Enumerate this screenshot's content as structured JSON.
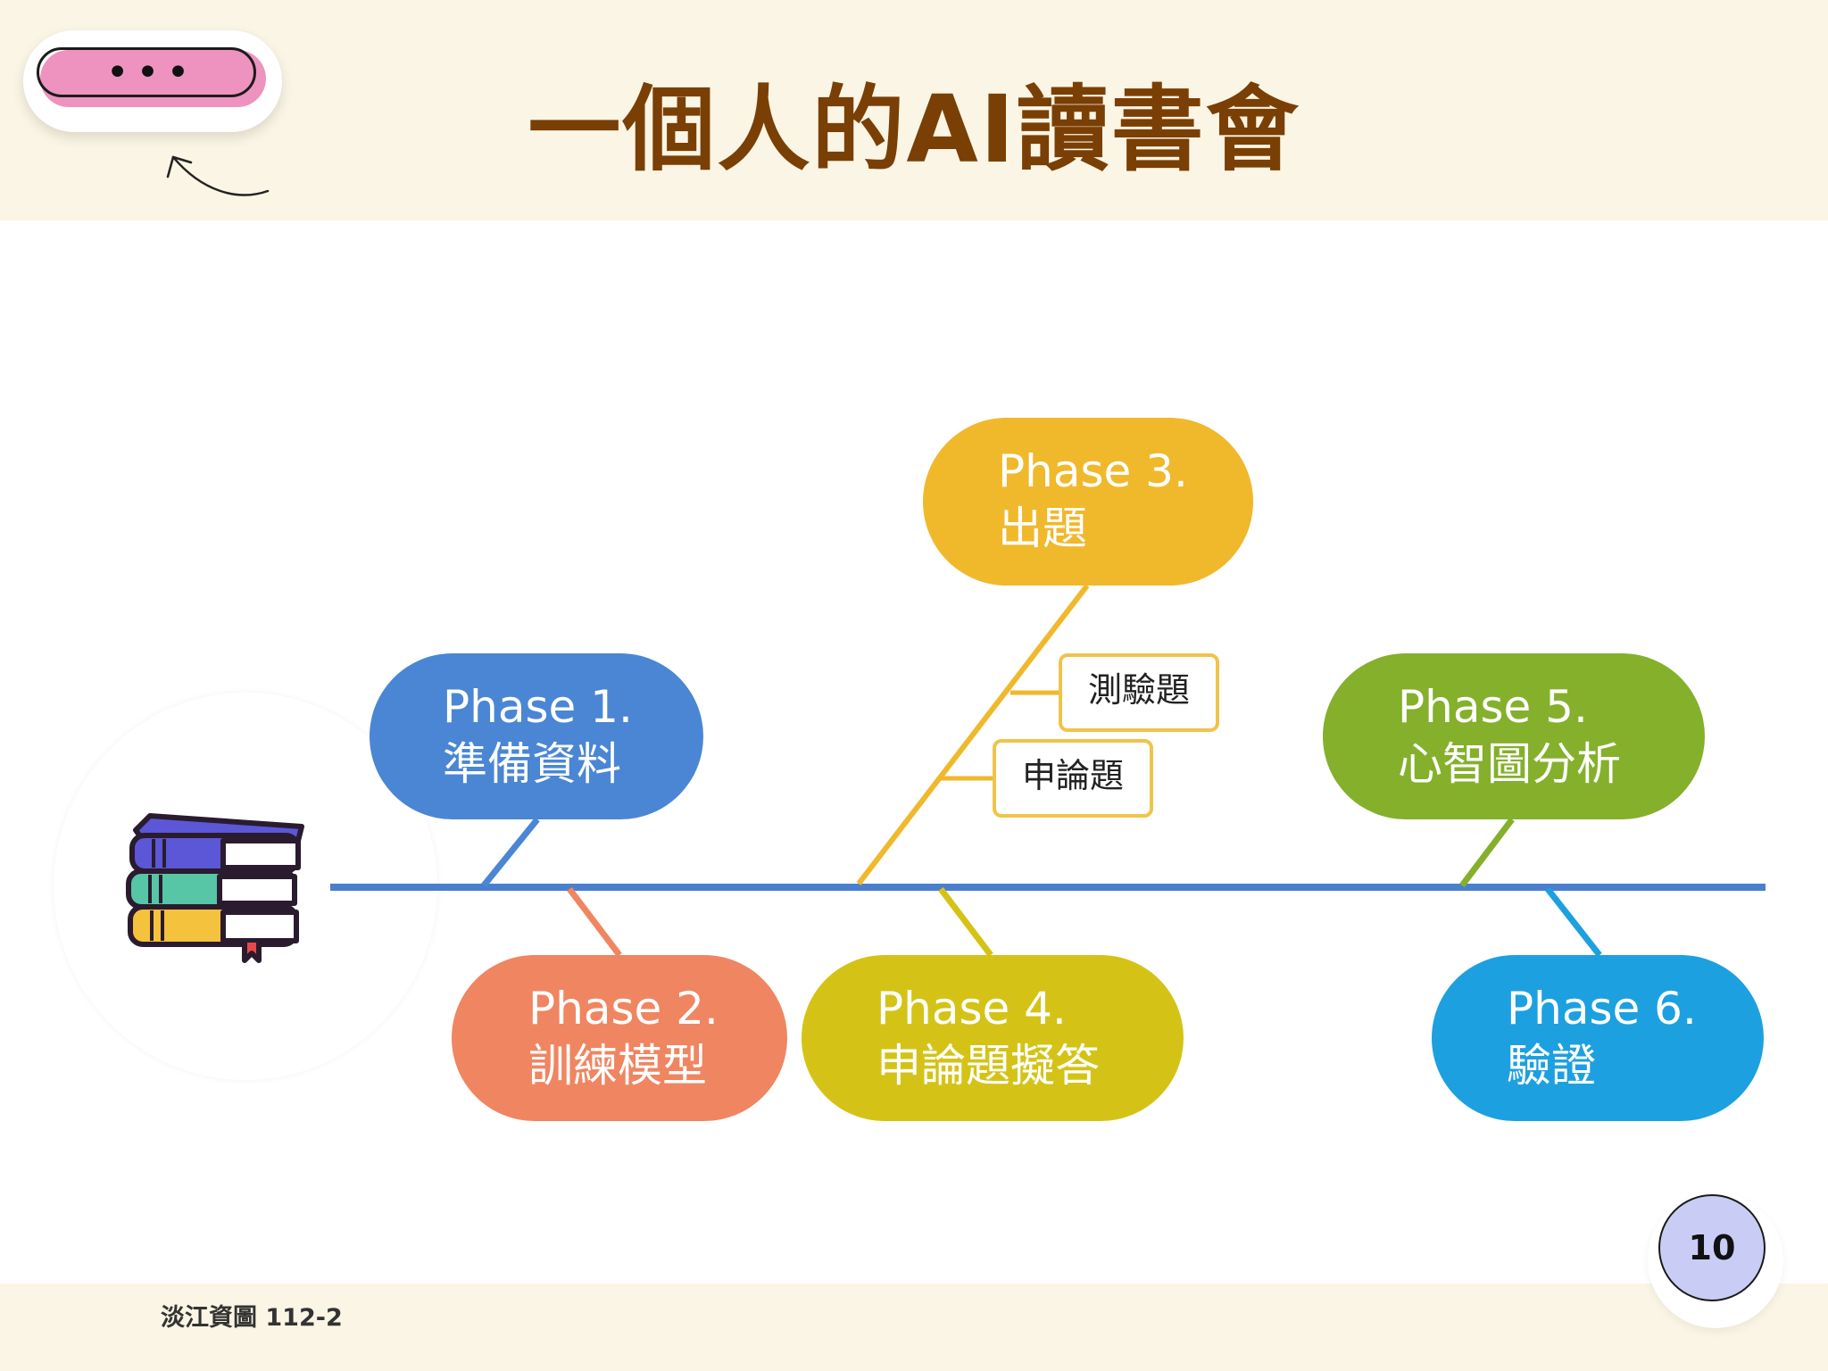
{
  "header": {
    "title": "一個人的AI讀書會",
    "menu_dots": "•••"
  },
  "footer": {
    "text": "淡江資圖 112-2",
    "page_number": "10"
  },
  "diagram": {
    "phases": [
      {
        "id": "phase1",
        "label": "Phase 1.",
        "title": "準備資料",
        "color": "#4a86d4"
      },
      {
        "id": "phase2",
        "label": "Phase 2.",
        "title": "訓練模型",
        "color": "#f08561"
      },
      {
        "id": "phase3",
        "label": "Phase 3.",
        "title": "出題",
        "color": "#f0b82b"
      },
      {
        "id": "phase4",
        "label": "Phase 4.",
        "title": "申論題擬答",
        "color": "#d4c316"
      },
      {
        "id": "phase5",
        "label": "Phase 5.",
        "title": "心智圖分析",
        "color": "#84b02c"
      },
      {
        "id": "phase6",
        "label": "Phase 6.",
        "title": "驗證",
        "color": "#1da0e0"
      }
    ],
    "subtopics": [
      "測驗題",
      "申論題"
    ],
    "spine_color": "#4a7fcf",
    "icon": "stack-of-books-icon"
  }
}
